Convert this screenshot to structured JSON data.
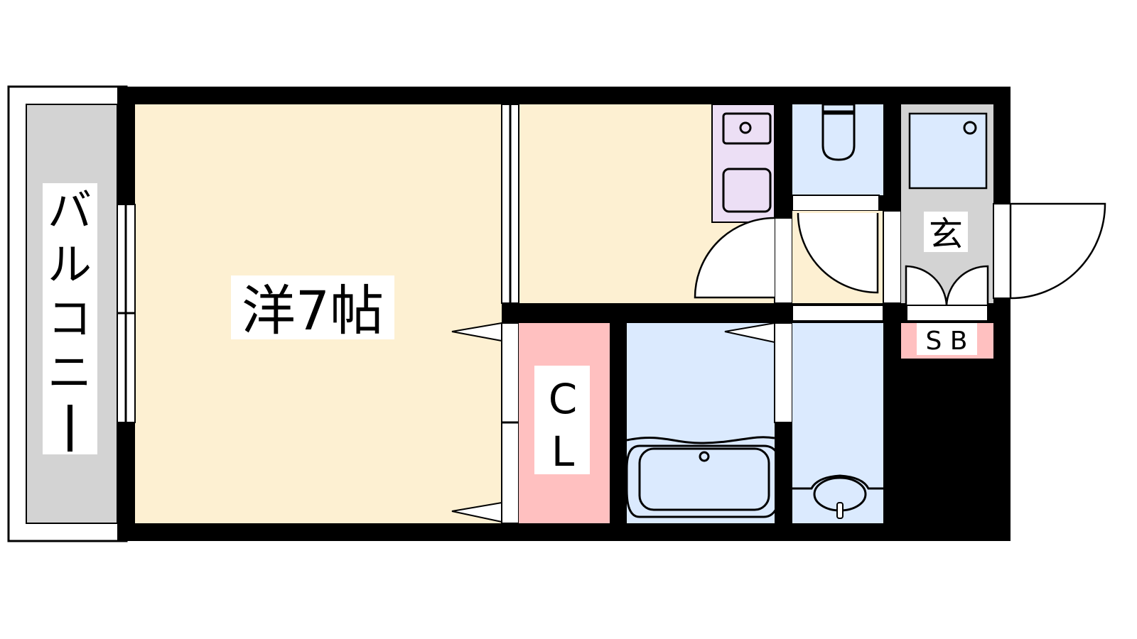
{
  "labels": {
    "balcony": [
      "バ",
      "ル",
      "コ",
      "ニ",
      "ー"
    ],
    "western_room": "洋7帖",
    "closet": [
      "C",
      "L"
    ],
    "entrance": "玄",
    "shoe_box": "S B"
  },
  "colors": {
    "wall": "#000000",
    "room": "#fdf0d2",
    "kitchen": "#ecdff5",
    "wet": "#dbeafe",
    "closet": "#ffc0c0",
    "entrance": "#d3d3d3",
    "balcony": "#d3d3d3"
  }
}
